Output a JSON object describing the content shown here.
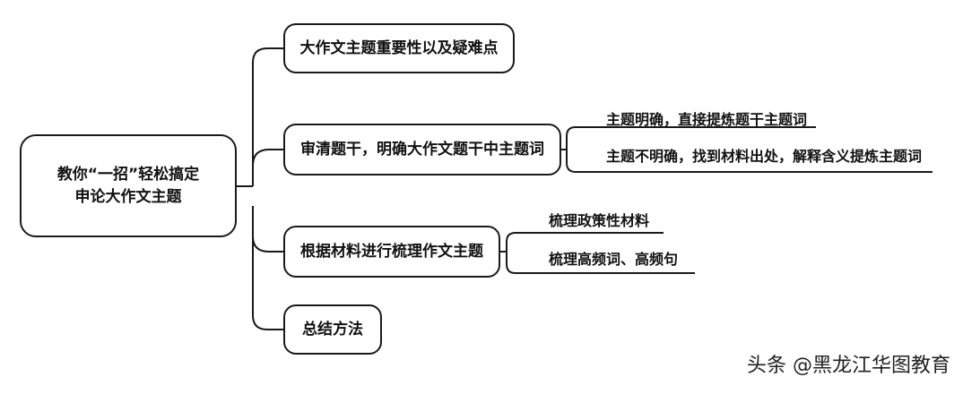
{
  "diagram": {
    "root": {
      "line1": "教你“一招”轻松搞定",
      "line2": "申论大作文主题"
    },
    "branches": [
      {
        "label": "大作文主题重要性以及疑难点"
      },
      {
        "label": "审清题干，明确大作文题干中主题词"
      },
      {
        "label": "根据材料进行梳理作文主题"
      },
      {
        "label": "总结方法"
      }
    ],
    "leaves": [
      {
        "label": "主题明确，直接提炼题干主题词"
      },
      {
        "label": "主题不明确，找到材料出处，解释含义提炼主题词"
      },
      {
        "label": "梳理政策性材料"
      },
      {
        "label": "梳理高频词、高频句"
      }
    ]
  },
  "watermark": "头条 @黑龙江华图教育"
}
